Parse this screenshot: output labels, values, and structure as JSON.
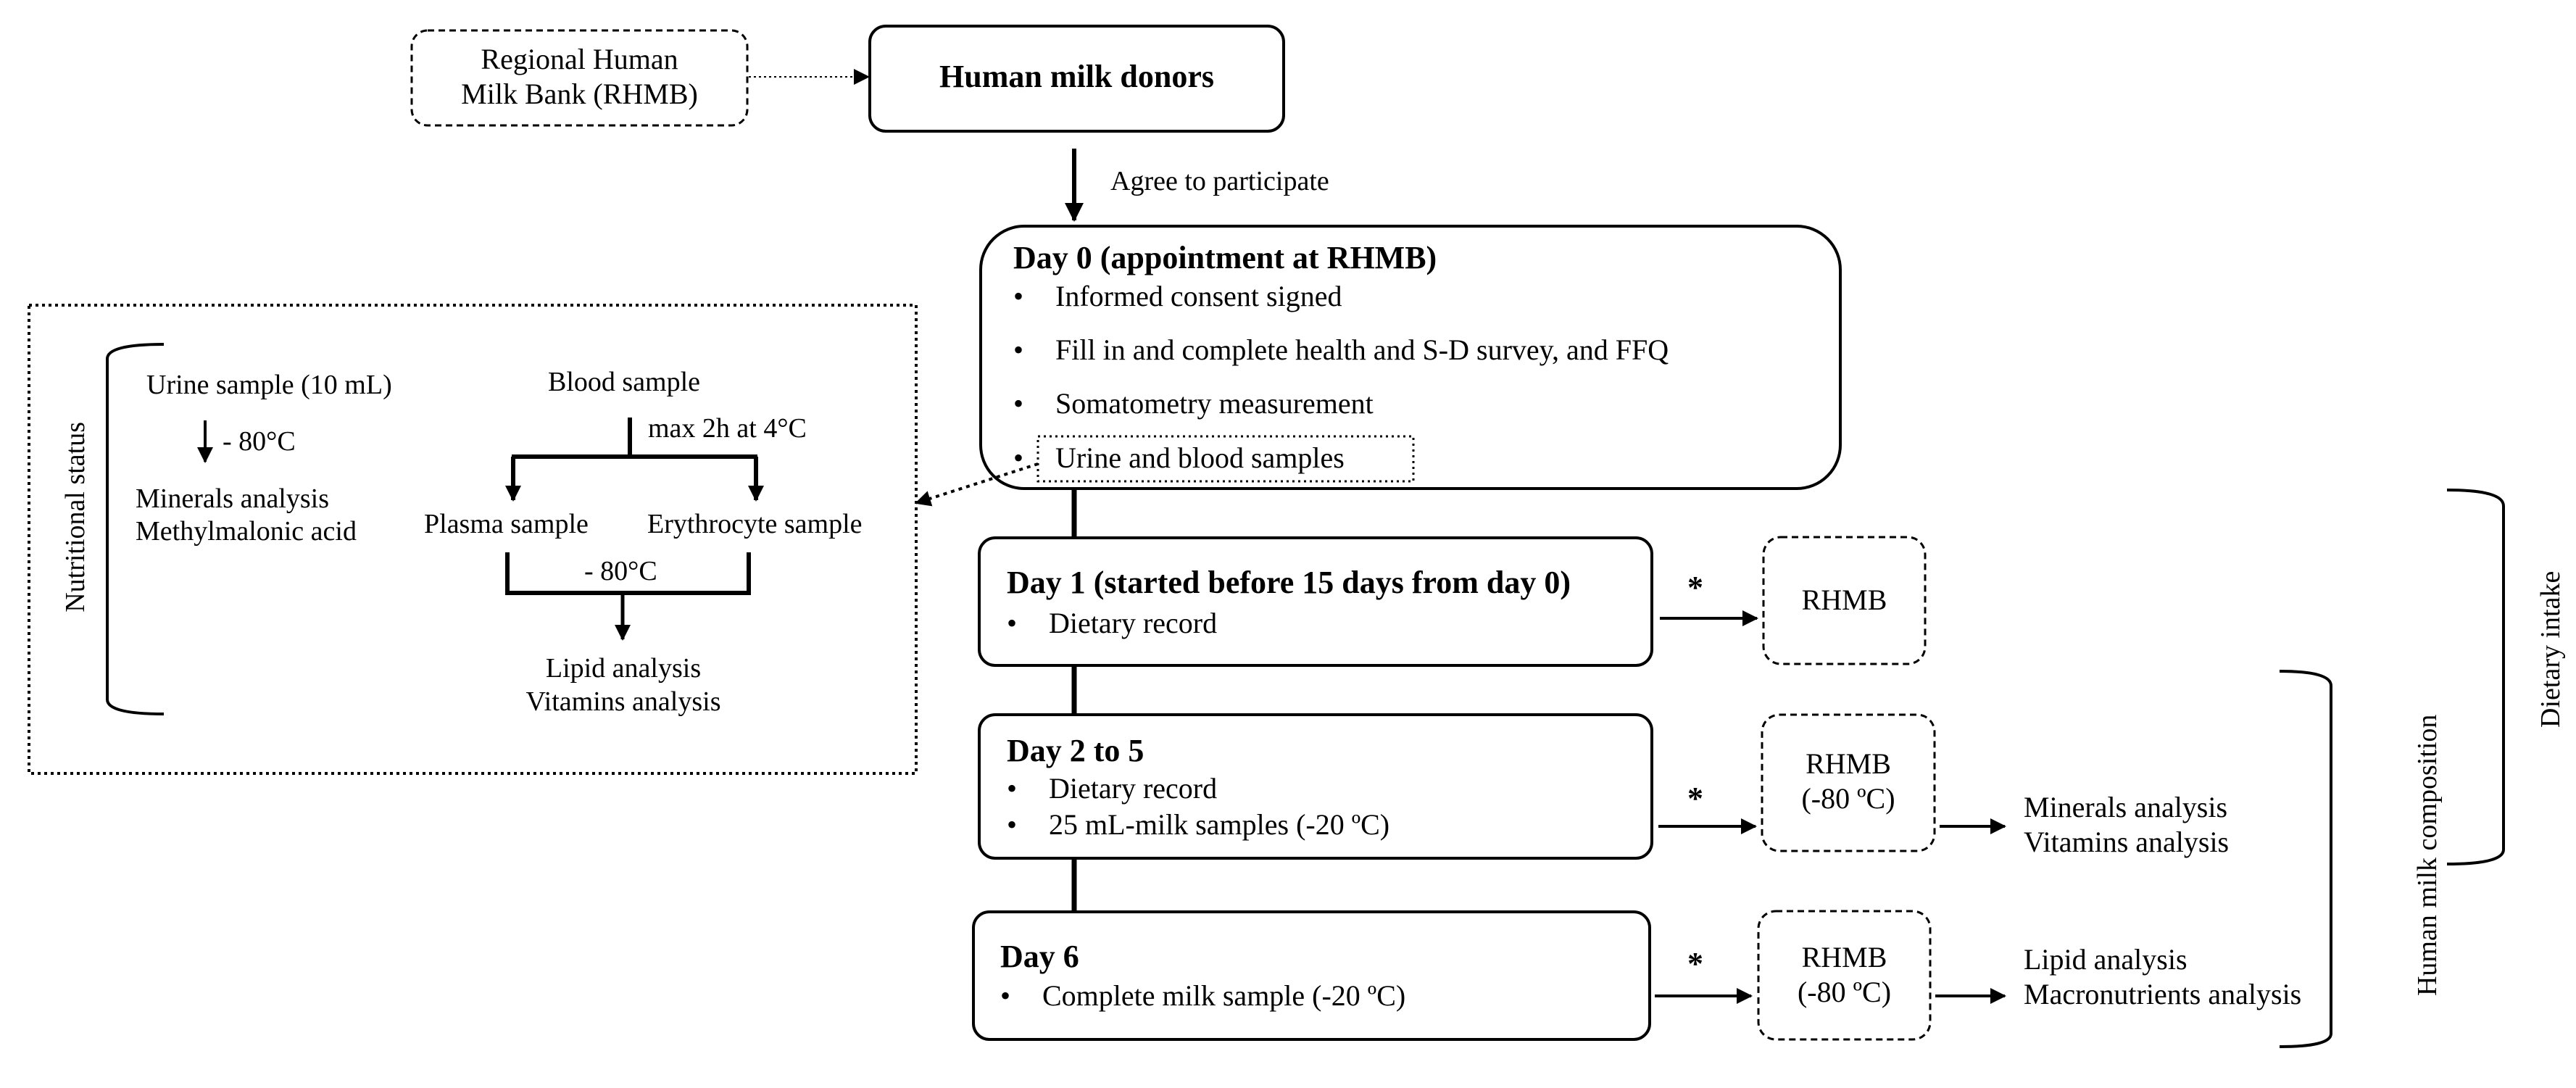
{
  "rhmb_source": {
    "line1": "Regional Human",
    "line2": "Milk Bank (RHMB)"
  },
  "donors": {
    "title": "Human milk donors"
  },
  "agree": {
    "label": "Agree to participate"
  },
  "day0": {
    "title": "Day 0 (appointment at RHMB)",
    "items": [
      "Informed consent signed",
      "Fill in and complete health and S-D survey, and FFQ",
      "Somatometry measurement",
      "Urine and blood samples"
    ]
  },
  "nutritional": {
    "label": "Nutritional status",
    "urine": {
      "title": "Urine sample (10 mL)",
      "temp": "- 80°C",
      "analysis1": "Minerals analysis",
      "analysis2": "Methylmalonic acid"
    },
    "blood": {
      "title": "Blood sample",
      "storage": "max 2h at 4°C",
      "plasma": "Plasma sample",
      "erythrocyte": "Erythrocyte sample",
      "temp": "- 80°C",
      "analysis1": "Lipid analysis",
      "analysis2": "Vitamins analysis"
    }
  },
  "day1": {
    "title": "Day 1 (started before 15 days from day 0)",
    "items": [
      "Dietary record"
    ],
    "asterisk": "*",
    "dest": "RHMB"
  },
  "day2_5": {
    "title": "Day 2 to 5",
    "items": [
      "Dietary record",
      "25 mL-milk samples (-20 ºC)"
    ],
    "asterisk": "*",
    "dest_line1": "RHMB",
    "dest_line2": "(-80 ºC)",
    "analysis1": "Minerals analysis",
    "analysis2": "Vitamins analysis"
  },
  "day6": {
    "title": "Day 6",
    "items": [
      "Complete milk sample (-20 ºC)"
    ],
    "asterisk": "*",
    "dest_line1": "RHMB",
    "dest_line2": "(-80 ºC)",
    "analysis1": "Lipid analysis",
    "analysis2": "Macronutrients analysis"
  },
  "side_labels": {
    "dietary_intake": "Dietary intake",
    "milk_composition": "Human milk composition"
  },
  "bullet": "•"
}
